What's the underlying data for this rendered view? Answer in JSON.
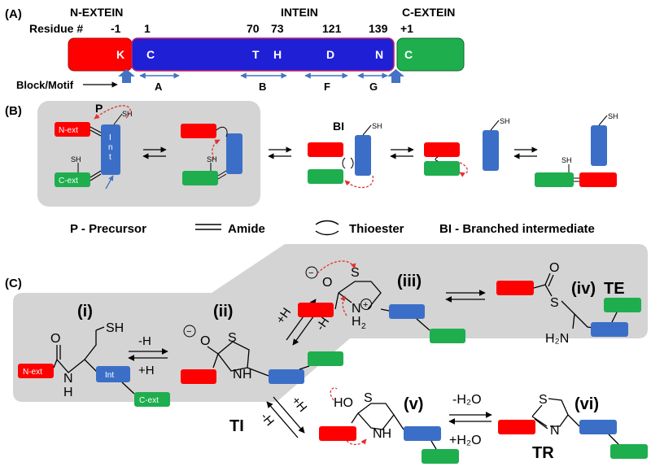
{
  "colors": {
    "red": "#ff0000",
    "blue": "#3b6fc7",
    "deep_blue": "#1f1fd6",
    "green": "#1eae4e",
    "gray": "#d4d4d4",
    "arrow_blue": "#4472c4",
    "curl_red": "#e23030"
  },
  "panel_a": {
    "label": "(A)",
    "n_extein": "N-EXTEIN",
    "intein": "INTEIN",
    "c_extein": "C-EXTEIN",
    "residue_label": "Residue #",
    "residue_numbers": [
      "-1",
      "1",
      "70",
      "73",
      "121",
      "139",
      "+1"
    ],
    "residues": [
      "K",
      "C",
      "T",
      "H",
      "D",
      "N",
      "C"
    ],
    "block_label": "Block/Motif",
    "blocks": [
      "A",
      "B",
      "F",
      "G"
    ]
  },
  "panel_b": {
    "label": "(B)",
    "precursor_tag": "P",
    "branched_tag": "BI",
    "n_ext": "N-ext",
    "c_ext": "C-ext",
    "int_letters": [
      "I",
      "n",
      "t"
    ],
    "sh": "SH",
    "legend": {
      "precursor": "P - Precursor",
      "amide": "Amide",
      "thioester": "Thioester",
      "branched": "BI - Branched intermediate"
    }
  },
  "panel_c": {
    "label": "(C)",
    "steps": [
      "(i)",
      "(ii)",
      "(iii)",
      "(iv)",
      "(v)",
      "(vi)"
    ],
    "te": "TE",
    "ti": "TI",
    "tr": "TR",
    "n_ext": "N-ext",
    "int": "Int",
    "c_ext": "C-ext",
    "minus_h": "-H",
    "plus_h": "+H",
    "minus_h2o": "-H₂O",
    "plus_h2o": "+H₂O",
    "chem": {
      "sh": "SH",
      "o": "O",
      "h": "H",
      "n": "N",
      "s": "S",
      "ho": "HO",
      "h2n": "H₂N",
      "nh": "NH",
      "h2": "H",
      "sub2": "2",
      "minus": "−",
      "plus": "+"
    }
  }
}
